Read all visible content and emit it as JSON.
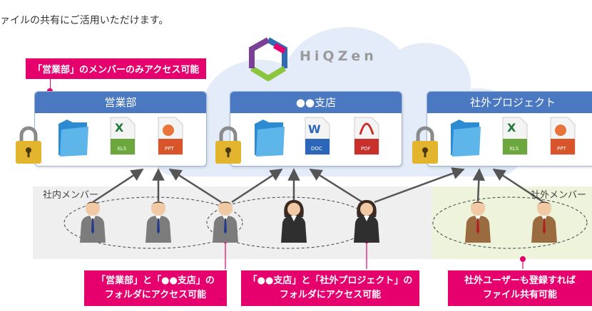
{
  "intro_text": "ァイルの共有にご活用いただけます。",
  "logo": {
    "text": "HiQZen"
  },
  "top_label": "「営業部」のメンバーのみアクセス可能",
  "boxes": [
    {
      "title": "営業部",
      "files": [
        "folder",
        "XLS",
        "PPT"
      ]
    },
    {
      "title": "●●支店",
      "files": [
        "folder",
        "DOC",
        "PDF"
      ]
    },
    {
      "title": "社外プロジェクト",
      "files": [
        "folder",
        "XLS",
        "PPT"
      ]
    }
  ],
  "groups": {
    "internal": "社内メンバー",
    "external": "社外メンバー"
  },
  "callouts": [
    {
      "line1": "「営業部」と「●●支店」の",
      "line2": "フォルダにアクセス可能"
    },
    {
      "line1": "「●●支店」と「社外プロジェクト」の",
      "line2": "フォルダにアクセス可能"
    },
    {
      "line1": "社外ユーザーも登録すれば",
      "line2": "ファイル共有可能"
    }
  ],
  "colors": {
    "accent": "#e5006e",
    "box_header": "#4a79c2",
    "internal_bg": "#efefef",
    "external_bg": "#eef3dc"
  }
}
